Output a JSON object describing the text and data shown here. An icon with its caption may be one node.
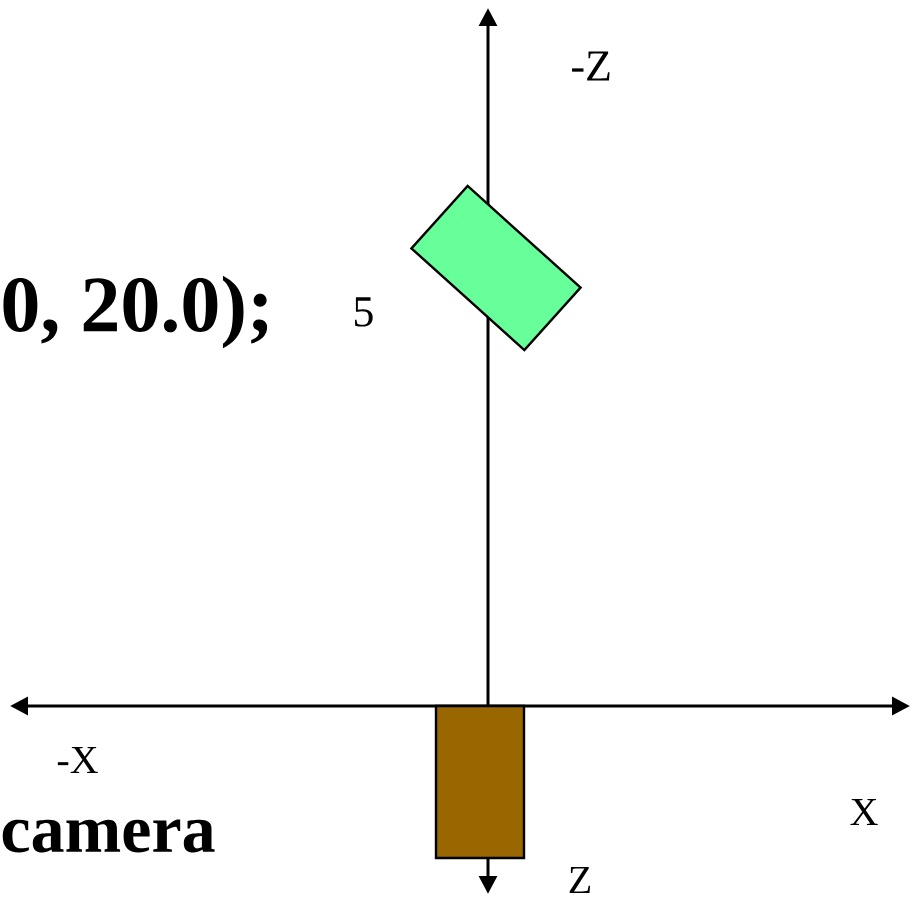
{
  "diagram": {
    "nodes": [
      {
        "text": [],
        "shape": "box"
      },
      {
        "text": [],
        "shape": "box"
      }
    ],
    "labels": [
      "-Z",
      "0, 20.0);",
      "5",
      "-X",
      "camera",
      "X",
      "Z"
    ]
  }
}
